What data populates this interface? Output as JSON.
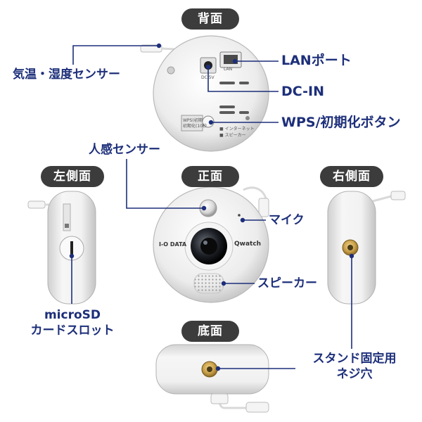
{
  "headers": {
    "back": "背面",
    "left": "左側面",
    "front": "正面",
    "right": "右側面",
    "bottom": "底面"
  },
  "callouts": {
    "temp_humidity": "気温・湿度センサー",
    "lan": "LANポート",
    "dcin": "DC-IN",
    "wps": "WPS/初期化ボタン",
    "motion": "人感センサー",
    "mic": "マイク",
    "speaker": "スピーカー",
    "microsd_line1": "microSD",
    "microsd_line2": "カードスロット",
    "tripod_line1": "スタンド固定用",
    "tripod_line2": "ネジ穴"
  },
  "device_text": {
    "brand": "I-O DATA",
    "product": "Qwatch",
    "lan": "LAN",
    "dc": "DC 5V",
    "wps_line1": "WPS(初期",
    "wps_line2": "初期化(10秒",
    "indicator_1": "■ インターネット",
    "indicator_2": "■ スピーカー"
  },
  "colors": {
    "callout_text": "#1d2f7a",
    "leader_line": "#1d2f7a",
    "header_bg": "#3c3c3c",
    "device_body": "#ececec",
    "brass": "#c9a04a"
  }
}
